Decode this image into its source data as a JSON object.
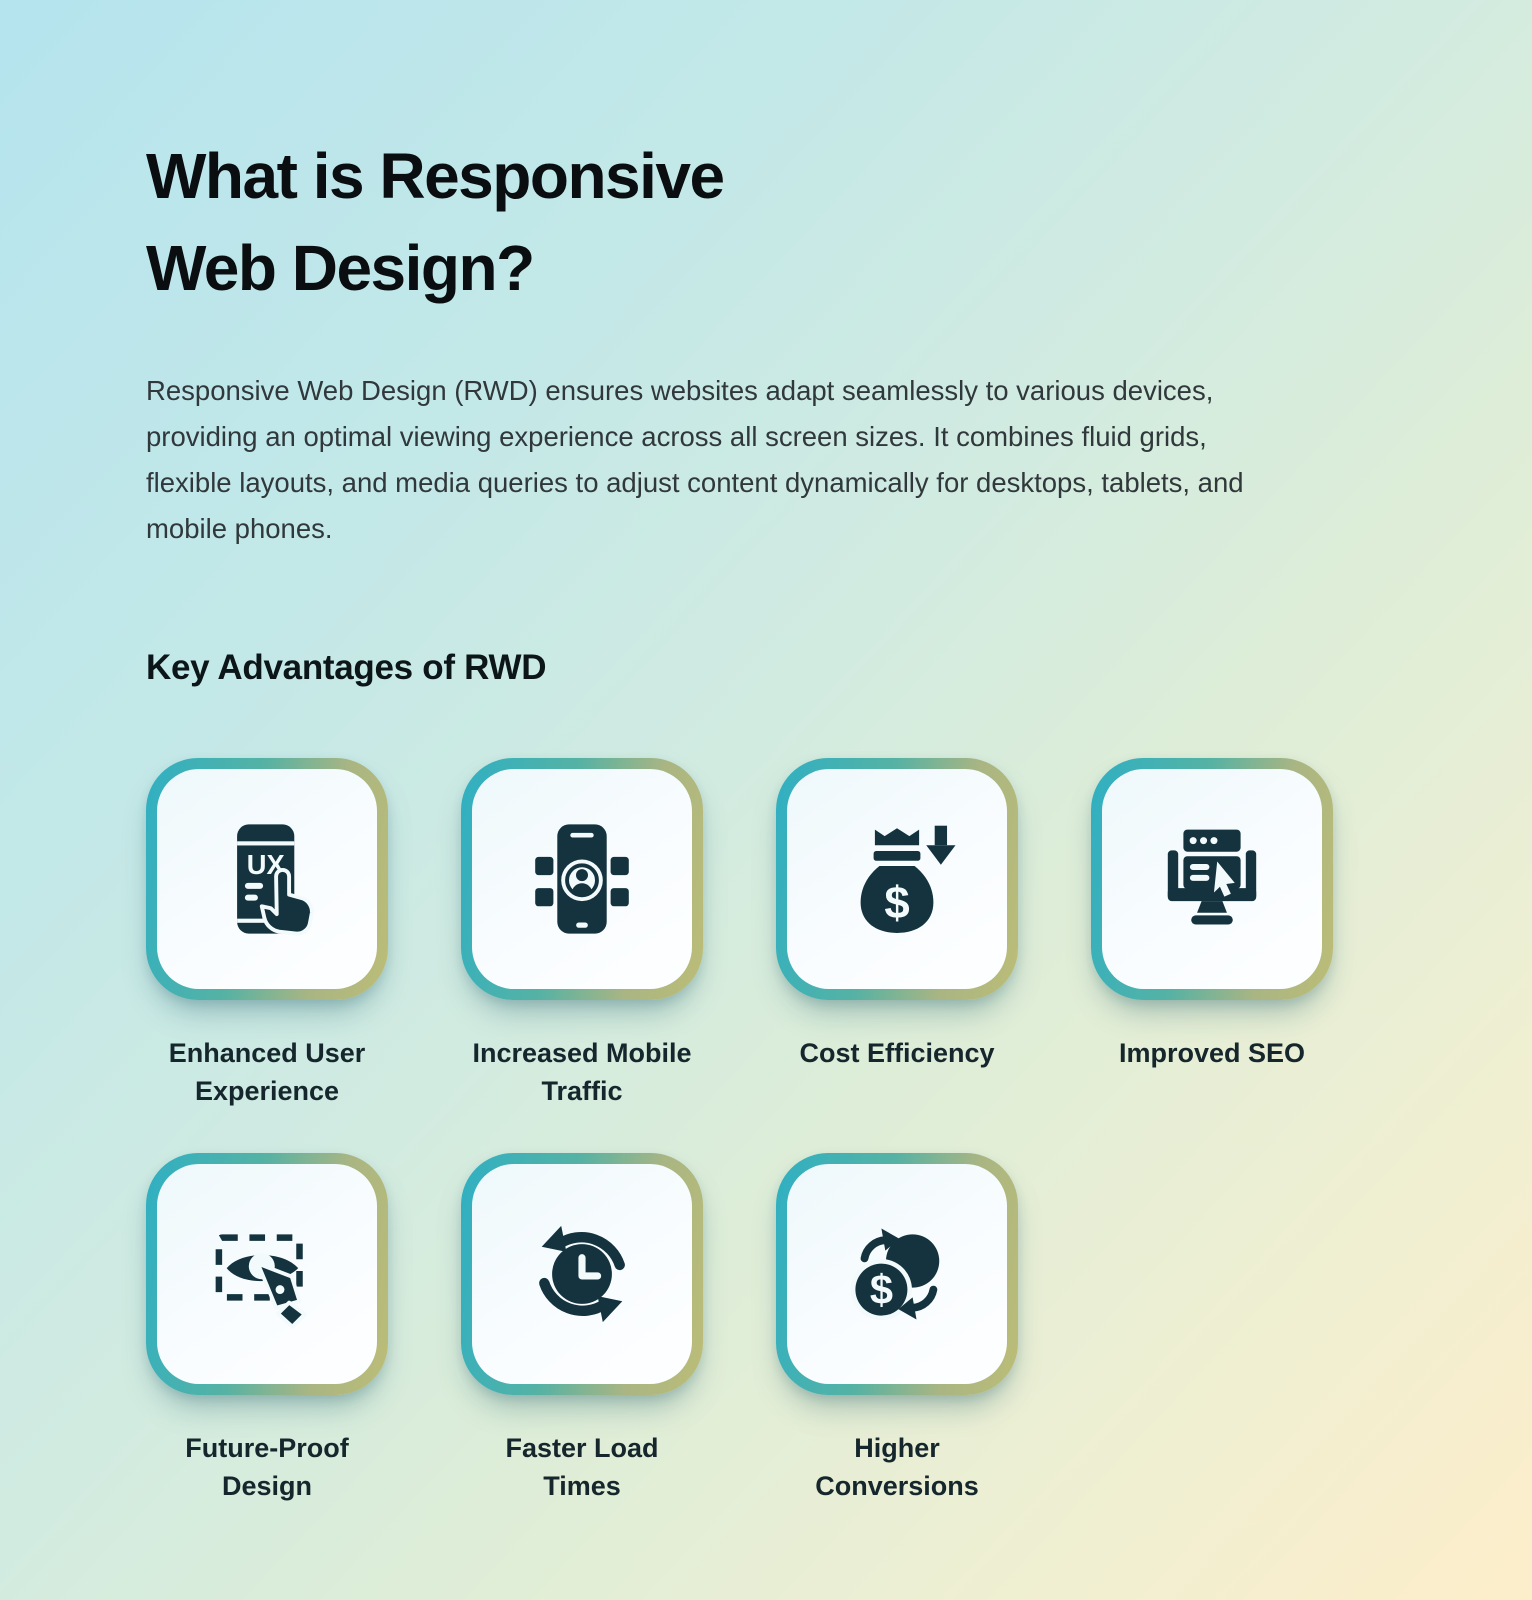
{
  "page": {
    "title_line1": "What is Responsive",
    "title_line2": "Web Design?",
    "description": "Responsive Web Design (RWD) ensures websites adapt seamlessly to various devices, providing an optimal viewing experience across all screen sizes. It combines fluid grids, flexible layouts, and media queries to adjust content dynamically for desktops, tablets, and mobile phones.",
    "section_heading": "Key Advantages of RWD"
  },
  "colors": {
    "background_top_left": "#b5e4ee",
    "background_bottom_right": "#fdeeca",
    "card_border_teal": "#2fb0c3",
    "card_border_olive": "#bcbd77",
    "card_fill": "#f2fafc",
    "icon_dark": "#14333e",
    "heading_text": "#0b0e10",
    "body_text": "#30383b"
  },
  "icons": {
    "ux_label": "UX",
    "dollar": "$"
  },
  "advantages": [
    {
      "label": "Enhanced User Experience",
      "icon": "ux-phone-touch-icon"
    },
    {
      "label": "Increased Mobile Traffic",
      "icon": "mobile-user-icon"
    },
    {
      "label": "Cost Efficiency",
      "icon": "money-bag-arrow-icon"
    },
    {
      "label": "Improved SEO",
      "icon": "seo-monitor-cursor-icon"
    },
    {
      "label": "Future-Proof Design",
      "icon": "design-eye-pen-icon"
    },
    {
      "label": "Faster Load Times",
      "icon": "clock-refresh-icon"
    },
    {
      "label": "Higher Conversions",
      "icon": "currency-exchange-icon"
    }
  ]
}
